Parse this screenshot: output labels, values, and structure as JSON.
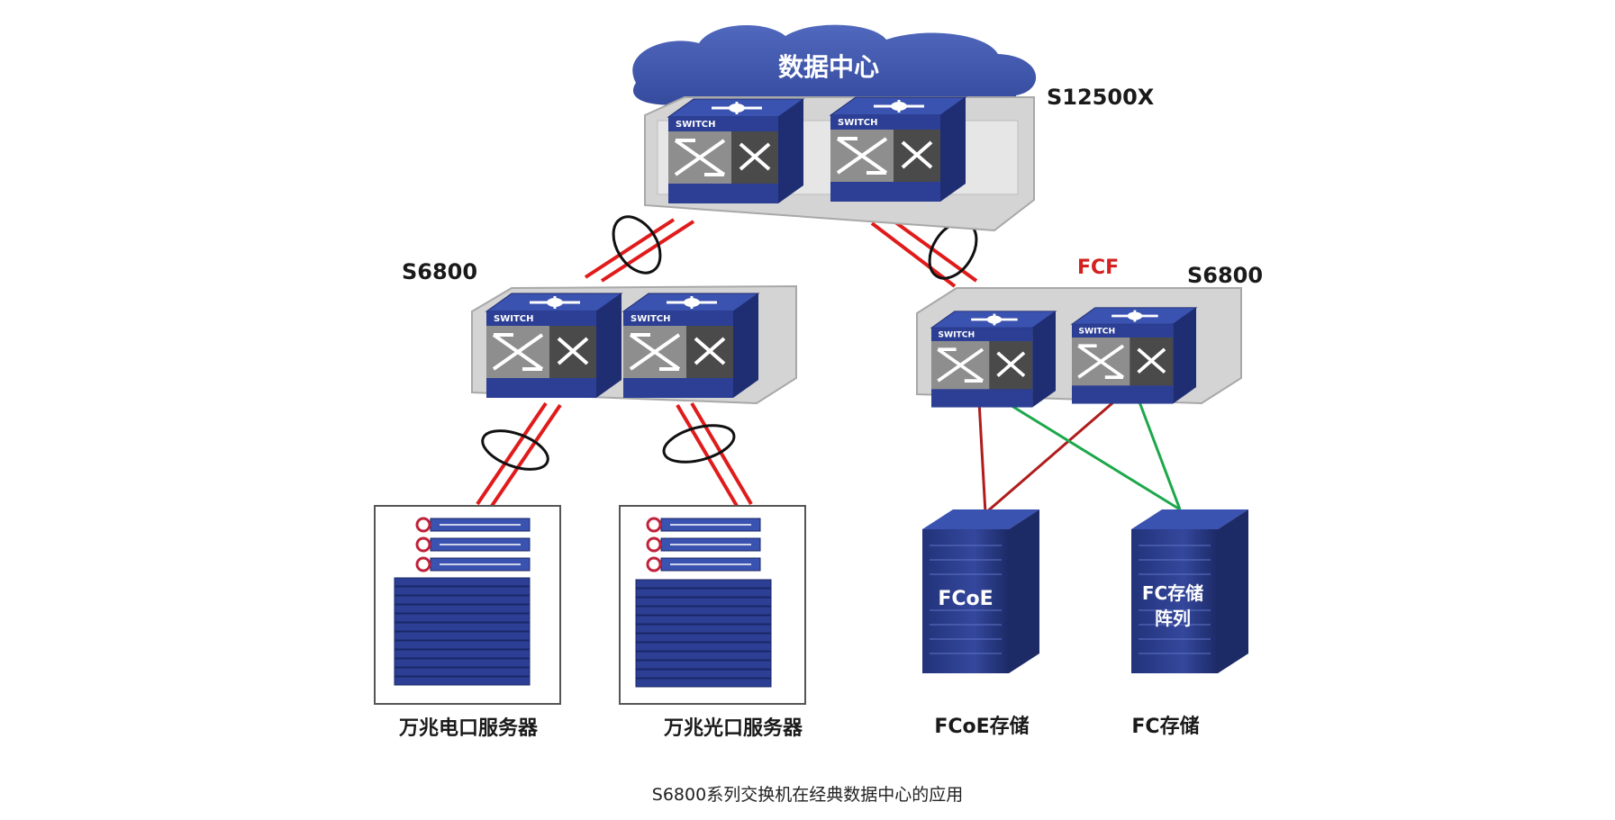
{
  "cloud_label": "数据中心",
  "core_switch_label": "S12500X",
  "left_agg_label": "S6800",
  "right_agg_label": "S6800",
  "fcf_label": "FCF",
  "switch_face_text": "SWITCH",
  "fcoe_rack_text": "FCoE",
  "fc_rack_text_line1": "FC存储",
  "fc_rack_text_line2": "阵列",
  "server_group_1_label": "万兆电口服务器",
  "server_group_2_label": "万兆光口服务器",
  "fcoe_storage_label": "FCoE存储",
  "fc_storage_label": "FC存储",
  "caption": "S6800系列交换机在经典数据中心的应用",
  "colors": {
    "cloud": "#3c55a8",
    "switch_blue": "#2c3f94",
    "chassis_gray": "#d4d4d4",
    "red_link": "#e01b1b",
    "dark_red_link": "#b01c1c",
    "green_link": "#1ca84a",
    "fcf_red": "#d42020"
  }
}
